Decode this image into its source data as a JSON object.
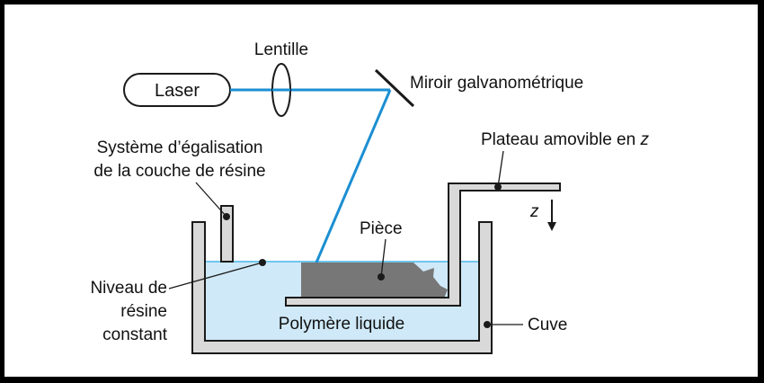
{
  "labels": {
    "laser": "Laser",
    "lens": "Lentille",
    "mirror": "Miroir galvanométrique",
    "leveling_line1": "Système d’égalisation",
    "leveling_line2": "de la couche de résine",
    "platform_text": "Plateau amovible en ",
    "platform_z": "z",
    "z_axis": "z",
    "part": "Pièce",
    "resin_level_line1": "Niveau de",
    "resin_level_line2": "résine",
    "resin_level_line3": "constant",
    "liquid": "Polymère liquide",
    "tank": "Cuve"
  },
  "colors": {
    "background": "#ffffff",
    "frame": "#000000",
    "laser_beam": "#1b8fd2",
    "resin_fill": "#cfe9f8",
    "resin_surface": "#6ec6ee",
    "part_fill": "#777777",
    "tank_wall": "#d9d9d9",
    "outline": "#1a1a1a"
  },
  "icons": {
    "z_arrow": "arrow-down-icon",
    "leader_dot": "filled-dot"
  }
}
